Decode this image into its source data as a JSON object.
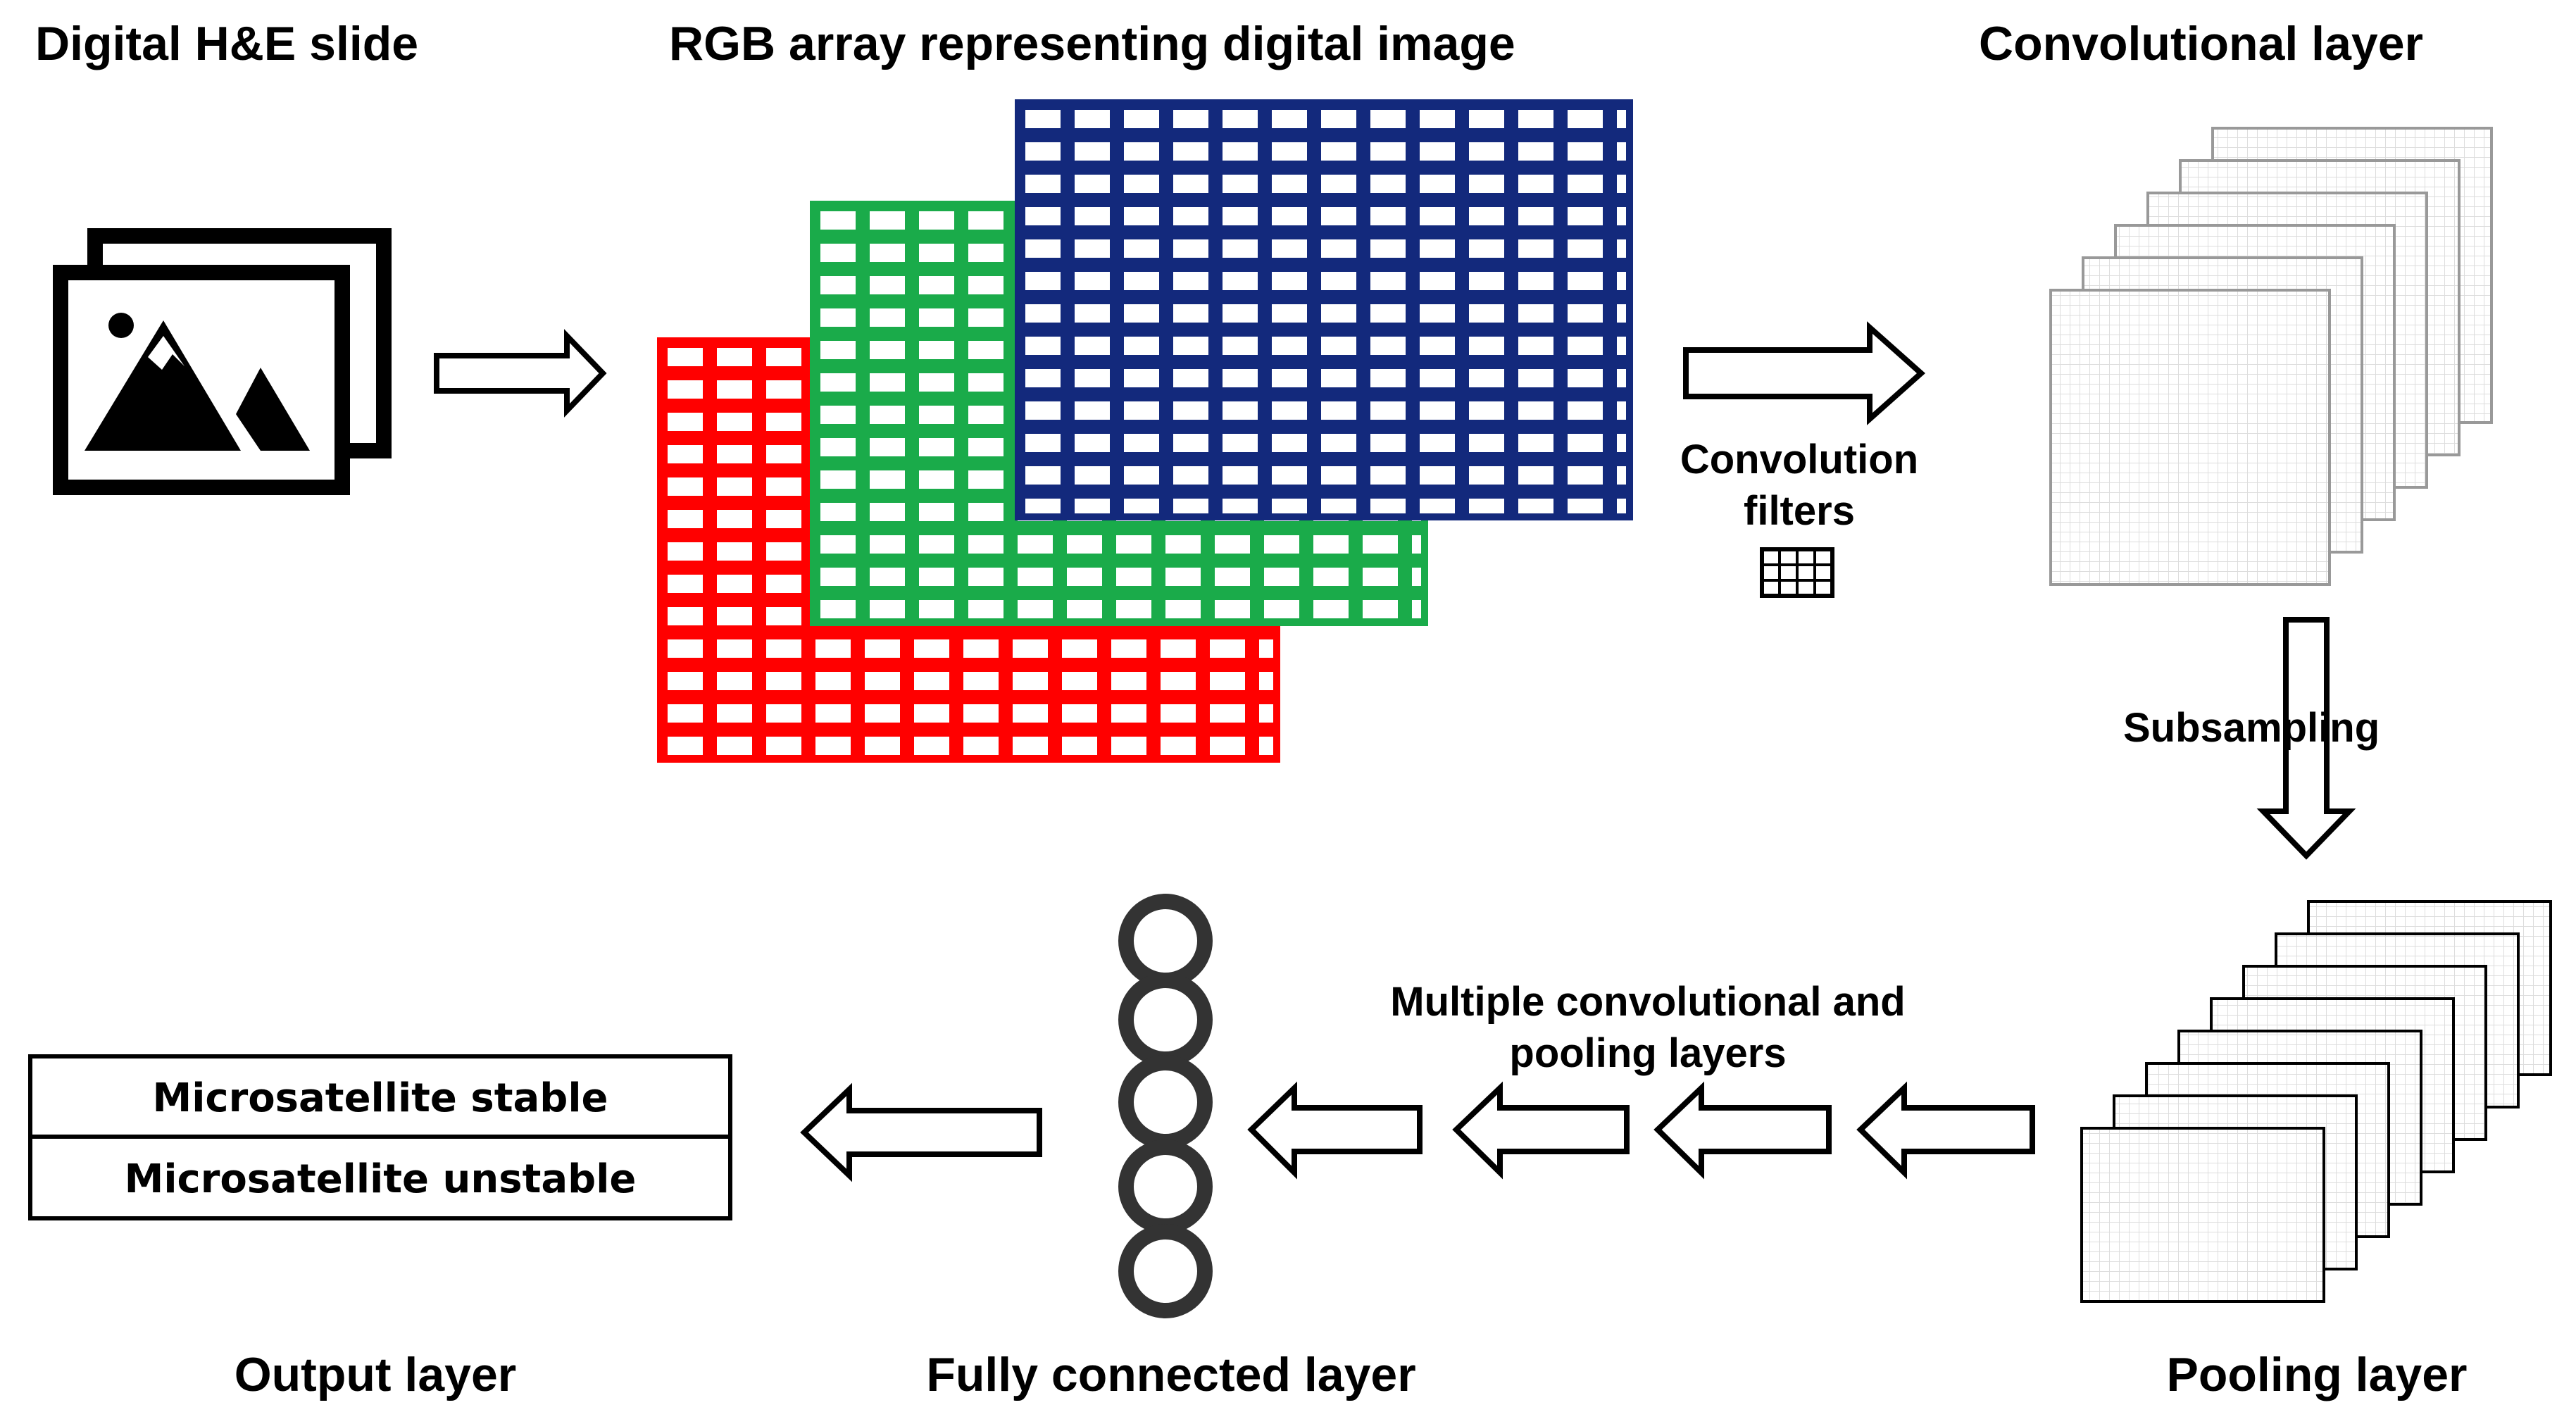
{
  "labels": {
    "digital_slide": "Digital H&E slide",
    "rgb_array": "RGB array representing digital image",
    "conv_layer": "Convolutional layer",
    "conv_filters_line1": "Convolution",
    "conv_filters_line2": "filters",
    "subsampling": "Subsampling",
    "pooling_layer": "Pooling layer",
    "multiple_line1": "Multiple convolutional and",
    "multiple_line2": "pooling layers",
    "fully_connected": "Fully connected layer",
    "output_layer": "Output layer"
  },
  "output": {
    "class_1": "Microsatellite stable",
    "class_2": "Microsatellite unstable"
  },
  "colors": {
    "red": "#ff0000",
    "green": "#1aab4a",
    "blue": "#13297c",
    "line": "#000000",
    "map_border": "#999999",
    "map_grid": "#dddddd"
  },
  "icons": {
    "slide": "image-gallery-icon",
    "filter": "grid-filter-icon"
  }
}
